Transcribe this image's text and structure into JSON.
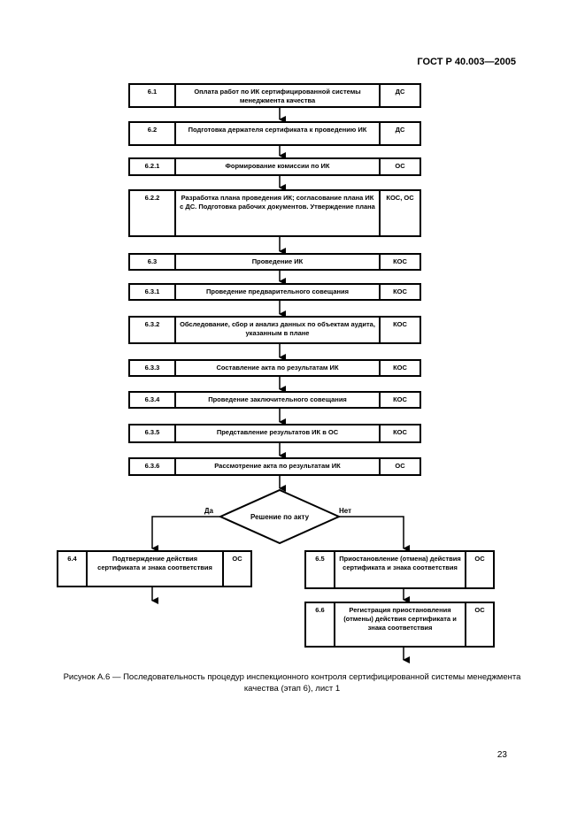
{
  "header": {
    "standard": "ГОСТ Р 40.003—2005"
  },
  "steps": [
    {
      "num": "6.1",
      "text": "Оплата работ по ИК сертифицированной системы менеджмента качества",
      "who": "ДС"
    },
    {
      "num": "6.2",
      "text": "Подготовка держателя сертификата к проведению ИК",
      "who": "ДС"
    },
    {
      "num": "6.2.1",
      "text": "Формирование комиссии по ИК",
      "who": "ОС"
    },
    {
      "num": "6.2.2",
      "text": "Разработка плана проведения ИК; согласование плана ИК с ДС. Подготовка рабочих документов. Утверждение плана",
      "who": "КОС, ОС"
    },
    {
      "num": "6.3",
      "text": "Проведение ИК",
      "who": "КОС"
    },
    {
      "num": "6.3.1",
      "text": "Проведение предварительного совещания",
      "who": "КОС"
    },
    {
      "num": "6.3.2",
      "text": "Обследование, сбор и анализ данных по объектам аудита, указанным в плане",
      "who": "КОС"
    },
    {
      "num": "6.3.3",
      "text": "Составление акта по результатам ИК",
      "who": "КОС"
    },
    {
      "num": "6.3.4",
      "text": "Проведение заключительного совещания",
      "who": "КОС"
    },
    {
      "num": "6.3.5",
      "text": "Представление результатов ИК в ОС",
      "who": "КОС"
    },
    {
      "num": "6.3.6",
      "text": "Рассмотрение акта по результатам ИК",
      "who": "ОС"
    }
  ],
  "decision": {
    "text": "Решение по акту",
    "yes": "Да",
    "no": "Нет"
  },
  "branch_yes": {
    "num": "6.4",
    "text": "Подтверждение действия сертификата и знака соответствия",
    "who": "ОС"
  },
  "branch_no": [
    {
      "num": "6.5",
      "text": "Приостановление (отмена) действия сертификата и знака соответствия",
      "who": "ОС"
    },
    {
      "num": "6.6",
      "text": "Регистрация приостановления (отмены) действия сертификата и знака соответствия",
      "who": "ОС"
    }
  ],
  "caption": "Рисунок А.6 — Последовательность процедур инспекционного контроля сертифицированной системы менеджмента качества (этап 6), лист 1",
  "page_number": "23"
}
